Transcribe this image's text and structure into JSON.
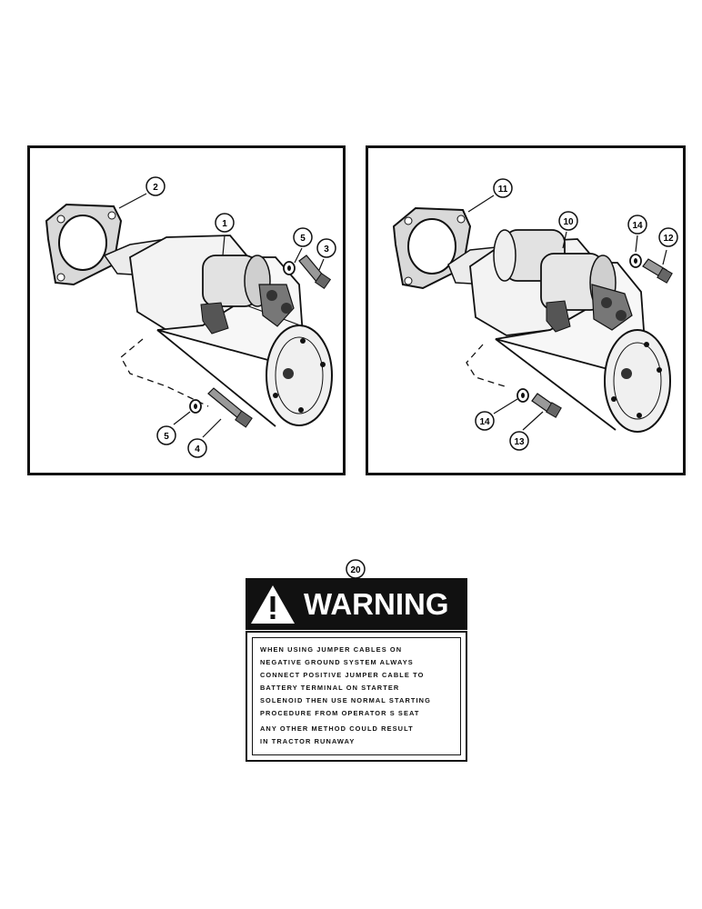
{
  "left_panel": {
    "callouts": [
      "1",
      "2",
      "3",
      "4",
      "5",
      "5"
    ]
  },
  "right_panel": {
    "callouts": [
      "10",
      "11",
      "12",
      "13",
      "14",
      "14"
    ]
  },
  "decal": {
    "number": "20",
    "title": "WARNING",
    "lines": [
      "WHEN USING JUMPER CABLES ON",
      "NEGATIVE GROUND SYSTEM ALWAYS",
      "CONNECT POSITIVE JUMPER CABLE TO",
      "BATTERY TERMINAL ON STARTER",
      "SOLENOID THEN USE NORMAL STARTING",
      "PROCEDURE FROM OPERATOR S SEAT",
      "ANY OTHER METHOD COULD RESULT",
      "IN TRACTOR RUNAWAY"
    ]
  }
}
